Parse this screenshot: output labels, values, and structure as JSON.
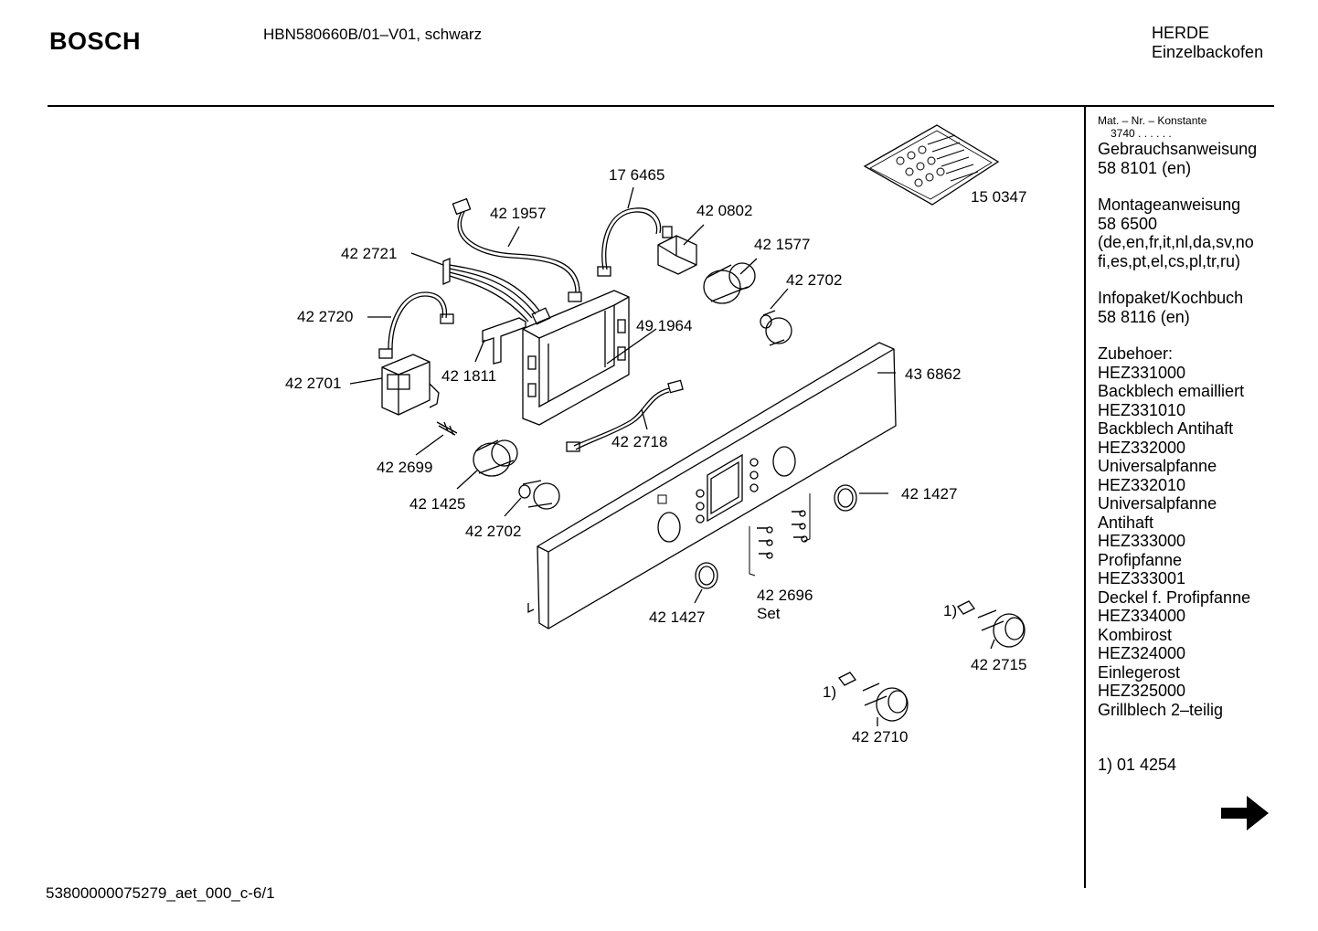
{
  "header": {
    "brand": "BOSCH",
    "model": "HBN580660B/01–V01, schwarz",
    "category_line1": "HERDE",
    "category_line2": "Einzelbackofen"
  },
  "footer": {
    "doc_code": "53800000075279_aet_000_c-6/1"
  },
  "parts": [
    {
      "id": "p176465",
      "label": "17 6465"
    },
    {
      "id": "p421957",
      "label": "42 1957"
    },
    {
      "id": "p420802",
      "label": "42 0802"
    },
    {
      "id": "p150347",
      "label": "15 0347"
    },
    {
      "id": "p422721",
      "label": "42 2721"
    },
    {
      "id": "p421577",
      "label": "42 1577"
    },
    {
      "id": "p422702a",
      "label": "42 2702"
    },
    {
      "id": "p422720",
      "label": "42 2720"
    },
    {
      "id": "p491964",
      "label": "49 1964"
    },
    {
      "id": "p422701",
      "label": "42 2701"
    },
    {
      "id": "p421811",
      "label": "42 1811"
    },
    {
      "id": "p436862",
      "label": "43 6862"
    },
    {
      "id": "p422718",
      "label": "42 2718"
    },
    {
      "id": "p422699",
      "label": "42 2699"
    },
    {
      "id": "p421425",
      "label": "42 1425"
    },
    {
      "id": "p421427a",
      "label": "42 1427"
    },
    {
      "id": "p422702b",
      "label": "42 2702"
    },
    {
      "id": "p422696",
      "label": "42 2696"
    },
    {
      "id": "p422696set",
      "label": "Set"
    },
    {
      "id": "p421427b",
      "label": "42 1427"
    },
    {
      "id": "p422715",
      "label": "42 2715"
    },
    {
      "id": "p422710",
      "label": "42 2710"
    },
    {
      "id": "fn1",
      "label": "1)"
    },
    {
      "id": "fn2",
      "label": "1)"
    }
  ],
  "sidebar": {
    "mat_header": "Mat. – Nr. – Konstante",
    "mat_value": "3740  .  .  .  .  .  .",
    "lines": [
      "Gebrauchsanweisung",
      "58 8101 (en)",
      "",
      "Montageanweisung",
      "58 6500",
      "(de,en,fr,it,nl,da,sv,no",
      "fi,es,pt,el,cs,pl,tr,ru)",
      "",
      "Infopaket/Kochbuch",
      "58 8116 (en)",
      "",
      "Zubehoer:",
      "HEZ331000",
      "Backblech emailliert",
      "HEZ331010",
      "Backblech Antihaft",
      "HEZ332000",
      "Universalpfanne",
      "HEZ332010",
      "Universalpfanne",
      "Antihaft",
      "HEZ333000",
      "Profipfanne",
      "HEZ333001",
      "Deckel f. Profipfanne",
      "HEZ334000",
      "Kombirost",
      "HEZ324000",
      "Einlegerost",
      "HEZ325000",
      "Grillblech 2–teilig"
    ],
    "footnote": "1) 01 4254"
  },
  "icons": {
    "next": "arrow-right-icon"
  }
}
